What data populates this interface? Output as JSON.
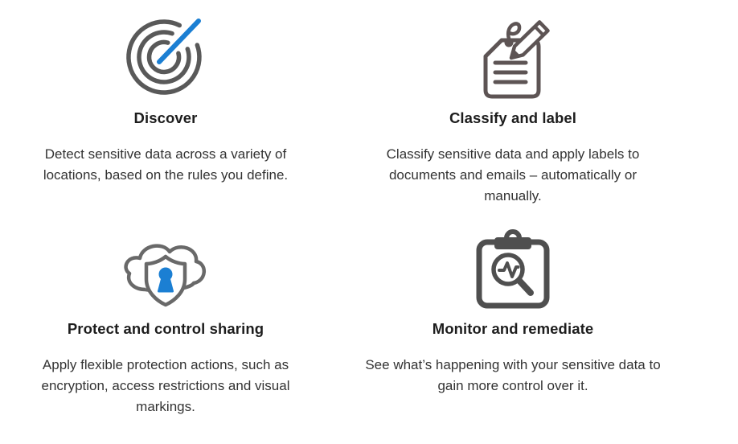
{
  "page": {
    "background": "#ffffff",
    "layout": "2x2 feature grid"
  },
  "colors": {
    "accent-blue": "#1b7fd3",
    "icon-gray": "#595959",
    "icon-warm-gray": "#5d5454",
    "icon-dark-gray": "#4f4f4f",
    "icon-cloud-gray": "#696969",
    "heading-text": "#1d1d1d",
    "body-text": "#333333"
  },
  "features": [
    {
      "icon": "radar-target-pencil-icon",
      "title": "Discover",
      "description": "Detect sensitive data across a variety of locations, based on the rules you define."
    },
    {
      "icon": "label-tag-pencil-icon",
      "title": "Classify and label",
      "description": "Classify sensitive data and apply labels to documents and emails – automatically or manually."
    },
    {
      "icon": "cloud-shield-lock-icon",
      "title": "Protect and control sharing",
      "description": "Apply flexible protection actions, such as encryption, access restrictions and visual markings."
    },
    {
      "icon": "clipboard-magnifier-pulse-icon",
      "title": "Monitor and remediate",
      "description": "See what’s happening with your sensitive data to gain more control over it."
    }
  ]
}
